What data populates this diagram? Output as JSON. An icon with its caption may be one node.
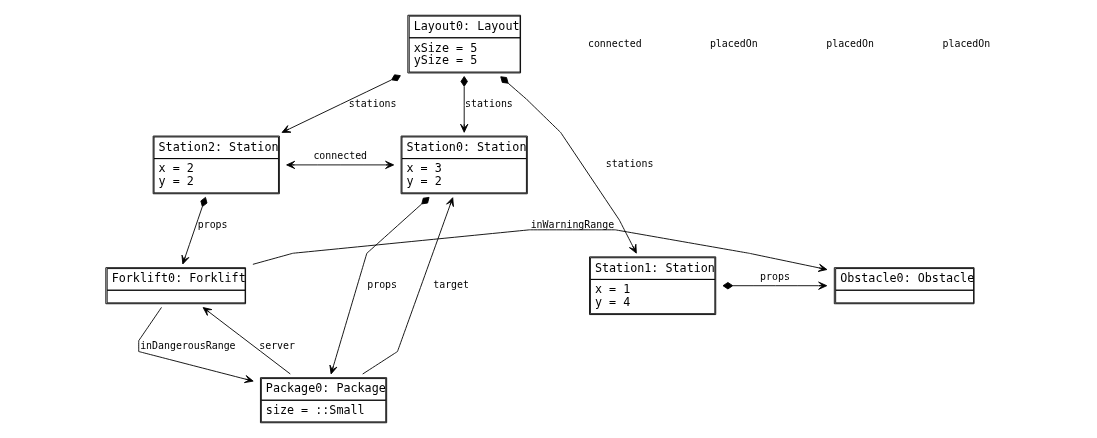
{
  "diagram": {
    "nodes": [
      {
        "text": [
          "Layout0: Layout",
          "xSize = 5",
          "ySize = 5"
        ]
      },
      {
        "text": [
          "Station2: Station",
          "x = 2",
          "y = 2"
        ]
      },
      {
        "text": [
          "Station0: Station",
          "x = 3",
          "y = 2"
        ]
      },
      {
        "text": [
          "Package0: Package",
          "size = ::Small"
        ]
      },
      {
        "text": [
          "Forklift0: Forklift"
        ]
      },
      {
        "text": [
          "Obstacle0: Obstacle"
        ]
      },
      {
        "text": [
          "Station1: Station",
          "x = 1",
          "y = 4"
        ]
      }
    ],
    "edges": [
      {
        "from": 0,
        "to": 1,
        "arrow": "to",
        "label": "stations"
      },
      {
        "from": 0,
        "to": 2,
        "arrow": "to",
        "label": "stations"
      },
      {
        "from": 0,
        "to": 6,
        "arrow": "to",
        "label": "stations"
      },
      {
        "from": 1,
        "to": 2,
        "arrow": "both",
        "label": "connected"
      },
      {
        "from": 1,
        "to": 4,
        "arrow": "to",
        "label": "props"
      },
      {
        "from": 3,
        "to": 2,
        "arrow": "to",
        "label": "target"
      },
      {
        "from": 2,
        "to": 3,
        "arrow": "to",
        "label": "props"
      },
      {
        "from": 3,
        "to": 4,
        "arrow": "to",
        "label": "server"
      },
      {
        "from": 4,
        "to": 3,
        "arrow": "to",
        "label": "inDangerousRange"
      },
      {
        "from": 4,
        "to": 5,
        "arrow": "to",
        "label": "inWarningRange"
      },
      {
        "from": 6,
        "to": 5,
        "arrow": "to",
        "label": "props"
      }
    ],
    "labels": [
      "connected",
      "placedOn",
      "placedOn",
      "placedOn"
    ]
  }
}
